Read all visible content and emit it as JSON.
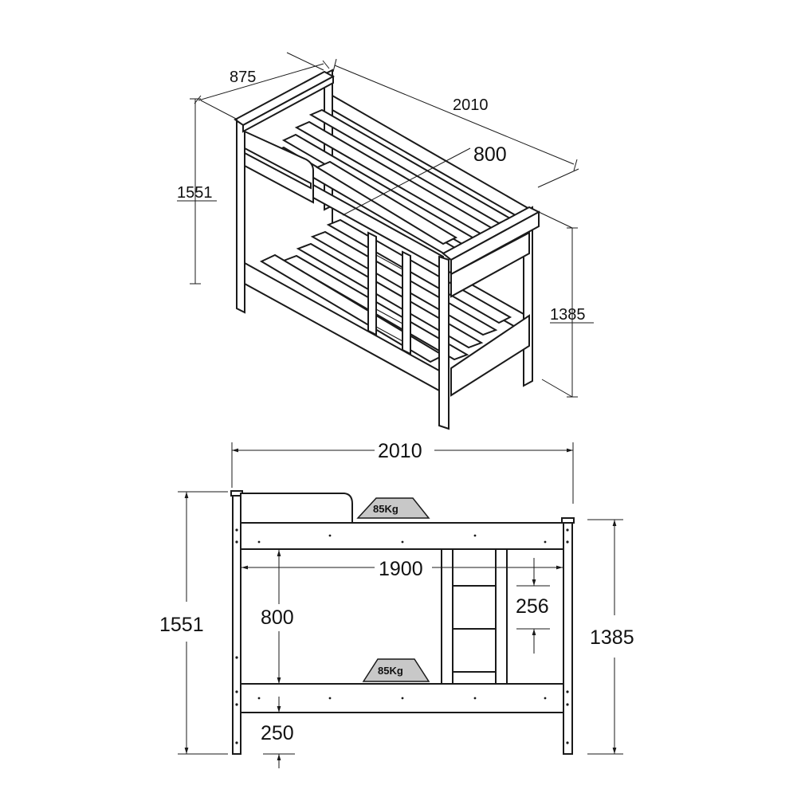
{
  "iso_view": {
    "width_label": "875",
    "length_label": "2010",
    "mattress_width_label": "800",
    "total_height_label": "1551",
    "end_height_label": "1385"
  },
  "front_view": {
    "total_length_label": "2010",
    "mattress_length_label": "1900",
    "bunk_gap_label": "800",
    "ladder_step_label": "256",
    "total_height_label": "1551",
    "end_height_label": "1385",
    "floor_clearance_label": "250",
    "top_load_label": "85Kg",
    "bottom_load_label": "85Kg"
  }
}
